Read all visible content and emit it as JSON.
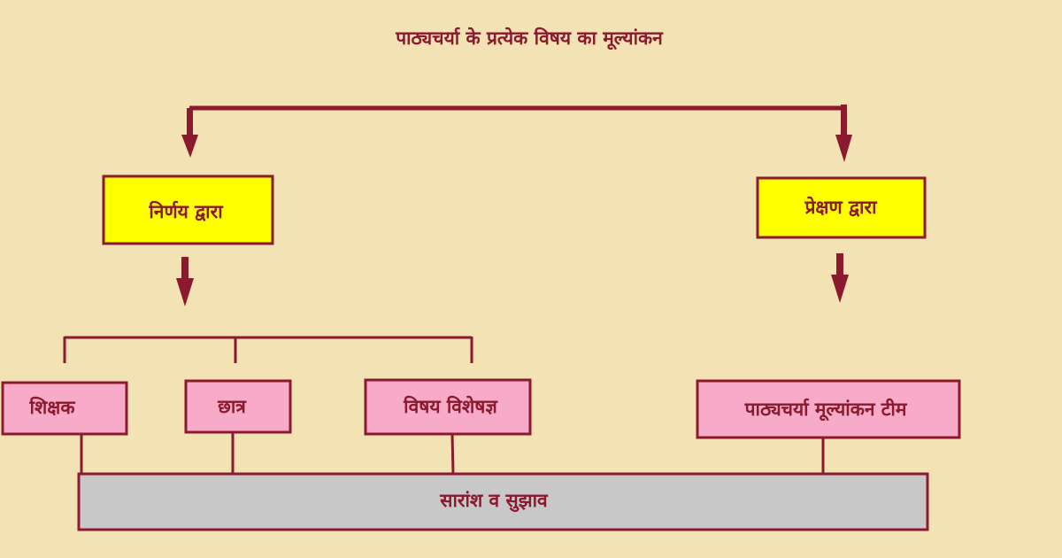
{
  "title": "पाठ्यचर्या   के  प्रत्येक विषय का मूल्यांकन",
  "branches": {
    "left": {
      "label": "निर्णय द्वारा"
    },
    "right": {
      "label": "प्रेक्षण द्वारा"
    }
  },
  "evaluators": {
    "teacher": "शिक्षक",
    "student": "छात्र",
    "subject_expert": "विषय विशेषज्ञ",
    "curriculum_team": "पाठ्यचर्या मूल्यांकन टीम"
  },
  "summary": "सारांश व सुझाव",
  "colors": {
    "background": "#f3e2b3",
    "line": "#8b1a2f",
    "method_box": "#ffff00",
    "evaluator_box": "#f7abc8",
    "summary_box": "#c8c8c8"
  }
}
